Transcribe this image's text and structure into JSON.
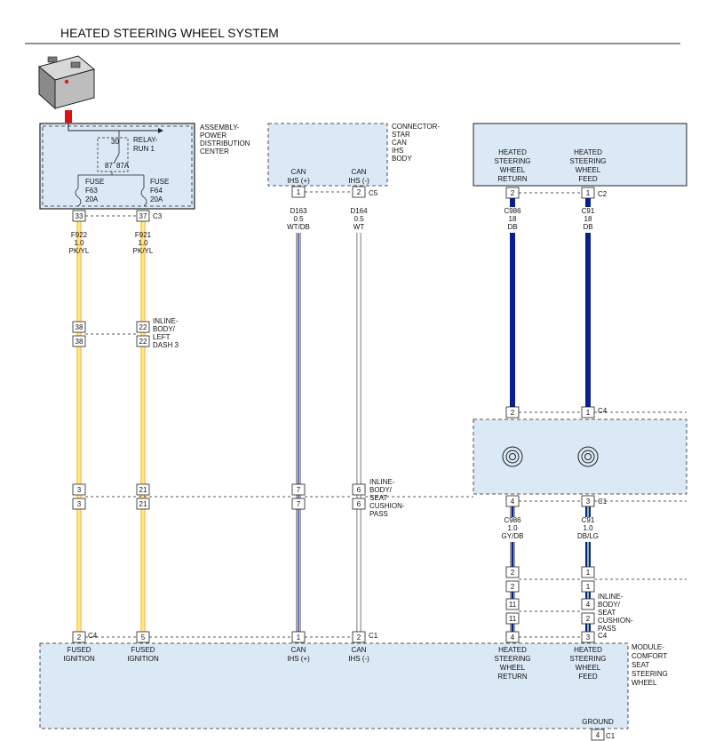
{
  "title": "HEATED STEERING WHEEL SYSTEM",
  "colors": {
    "panel": "#dbe9f6",
    "pk_yl_outer": "#ffcc88",
    "pk_yl_inner": "#ffee66",
    "db": "#0a1f8f",
    "wt": "#ffffff",
    "gy": "#9a9a9a",
    "lg": "#a8e8a8",
    "red_terminal": "#dd1111"
  },
  "pdc": {
    "name": [
      "ASSEMBLY-",
      "POWER",
      "DISTRIBUTION",
      "CENTER"
    ],
    "relay": [
      "RELAY-",
      "RUN 1"
    ],
    "relay_pins": [
      "30",
      "87",
      "87A"
    ],
    "fuse1": [
      "FUSE",
      "F63",
      "20A"
    ],
    "fuse2": [
      "FUSE",
      "F64",
      "20A"
    ],
    "pins": [
      "33",
      "37"
    ],
    "conn": "C3"
  },
  "star": {
    "name": [
      "CONNECTOR-",
      "STAR",
      "CAN",
      "IHS",
      "BODY"
    ],
    "labels": [
      [
        "CAN",
        "IHS (+)"
      ],
      [
        "CAN",
        "IHS (-)"
      ]
    ],
    "pins": [
      "1",
      "2"
    ],
    "conn": "C5"
  },
  "clockspring": {
    "labels": [
      [
        "HEATED",
        "STEERING",
        "WHEEL",
        "RETURN"
      ],
      [
        "HEATED",
        "STEERING",
        "WHEEL",
        "FEED"
      ]
    ],
    "pins": [
      "2",
      "1"
    ],
    "conn": "C2",
    "bottom_pins_top": [
      "2",
      "1"
    ],
    "conn_top": "C4",
    "bottom_pins": [
      "4",
      "3"
    ],
    "conn_bottom": "C1"
  },
  "wires": {
    "f922": [
      "F922",
      "1.0",
      "PK/YL"
    ],
    "f921": [
      "F921",
      "1.0",
      "PK/YL"
    ],
    "d163": [
      "D163",
      "0.5",
      "WT/DB"
    ],
    "d164": [
      "D164",
      "0.5",
      "WT"
    ],
    "c986_top": [
      "C986",
      "18",
      "DB"
    ],
    "c91_top": [
      "C91",
      "18",
      "DB"
    ],
    "c986_bot": [
      "C986",
      "1.0",
      "GY/DB"
    ],
    "c91_bot": [
      "C91",
      "1.0",
      "DB/LG"
    ]
  },
  "inline_dash": {
    "name": [
      "INLINE-",
      "BODY/",
      "LEFT",
      "DASH 3"
    ],
    "pins": [
      "38",
      "22"
    ]
  },
  "inline_seat_pass": {
    "name": [
      "INLINE-",
      "BODY/",
      "SEAT",
      "CUSHION-",
      "PASS"
    ],
    "pins": [
      "3",
      "21",
      "7",
      "6"
    ]
  },
  "seat_sw_pins": {
    "upper": [
      "2",
      "1"
    ],
    "lower": [
      "2",
      "1"
    ]
  },
  "inline_seat_pass_2": {
    "name": [
      "INLINE-",
      "BODY/",
      "SEAT",
      "CUSHION-",
      "PASS"
    ],
    "pins_top": [
      "11",
      "4"
    ],
    "pins_bot": [
      "11",
      "2"
    ]
  },
  "module": {
    "name": [
      "MODULE-",
      "COMFORT",
      "SEAT",
      "STEERING",
      "WHEEL"
    ],
    "pins": [
      "2",
      "5",
      "1",
      "2",
      "4",
      "3"
    ],
    "conns": [
      "C4",
      "C1",
      "C4"
    ],
    "labels": [
      [
        "FUSED",
        "IGNITION"
      ],
      [
        "FUSED",
        "IGNITION"
      ],
      [
        "CAN",
        "IHS (+)"
      ],
      [
        "CAN",
        "IHS (-)"
      ],
      [
        "HEATED",
        "STEERING",
        "WHEEL",
        "RETURN"
      ],
      [
        "HEATED",
        "STEERING",
        "WHEEL",
        "FEED"
      ]
    ],
    "ground": "GROUND",
    "ground_pin": "4",
    "ground_conn": "C1"
  }
}
